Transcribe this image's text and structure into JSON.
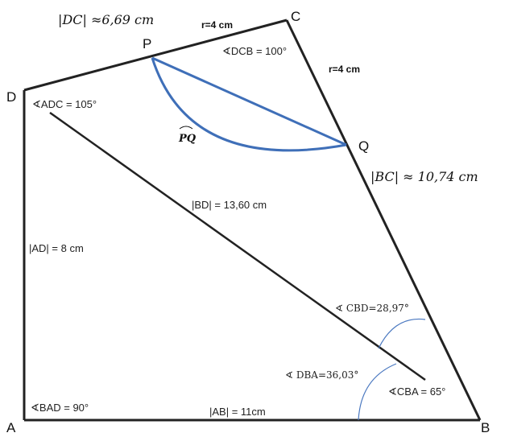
{
  "points": {
    "A": "A",
    "B": "B",
    "C": "C",
    "D": "D",
    "P": "P",
    "Q": "Q"
  },
  "labels": {
    "dc_length": "|DC| ≈6,69 cm",
    "bc_length": "|BC| ≈ 10,74 cm",
    "bd_length": "|BD| = 13,60 cm",
    "ad_length": "|AD| = 8 cm",
    "ab_length": "|AB| = 11cm",
    "radius_top": "r=4 cm",
    "radius_side": "r=4 cm",
    "angle_dcb": "∢DCB = 100°",
    "angle_adc": "∢ADC = 105°",
    "angle_bad": "∢BAD = 90°",
    "angle_cba": "∢CBA = 65°",
    "angle_cbd": "∢ CBD=28,97°",
    "angle_dba": "∢ DBA=36,03°",
    "arc_pq": "PQ"
  },
  "colors": {
    "lines": "#222222",
    "arc": "#4a78c0"
  }
}
